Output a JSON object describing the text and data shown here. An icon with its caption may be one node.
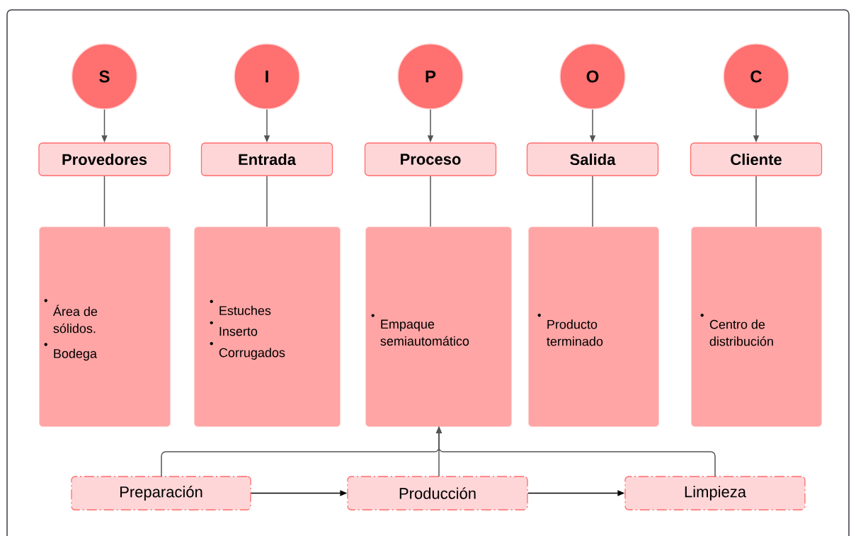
{
  "diagram": {
    "nodes": [
      {
        "text": [
          "S"
        ]
      },
      {
        "text": [
          "I"
        ]
      },
      {
        "text": [
          "P"
        ]
      },
      {
        "text": [
          "O"
        ]
      },
      {
        "text": [
          "C"
        ]
      },
      {
        "text": [
          "Provedores"
        ]
      },
      {
        "text": [
          "Entrada"
        ]
      },
      {
        "text": [
          "Proceso"
        ]
      },
      {
        "text": [
          "Salida"
        ]
      },
      {
        "text": [
          "Cliente"
        ]
      },
      {
        "text": [
          "Área de sólidos.",
          "Bodega"
        ]
      },
      {
        "text": [
          "Estuches",
          "Inserto",
          "Corrugados"
        ]
      },
      {
        "text": [
          "Empaque semiautomático"
        ]
      },
      {
        "text": [
          "Producto terminado"
        ]
      },
      {
        "text": [
          "Centro de distribución"
        ]
      },
      {
        "text": [
          "Preparación"
        ]
      },
      {
        "text": [
          "Producción"
        ]
      },
      {
        "text": [
          "Limpieza"
        ]
      }
    ],
    "edges": [
      {
        "from": 0,
        "to": 5,
        "arrow": "to"
      },
      {
        "from": 1,
        "to": 6,
        "arrow": "to"
      },
      {
        "from": 2,
        "to": 7,
        "arrow": "to"
      },
      {
        "from": 3,
        "to": 8,
        "arrow": "to"
      },
      {
        "from": 4,
        "to": 9,
        "arrow": "to"
      },
      {
        "from": 5,
        "to": 10,
        "arrow": "none"
      },
      {
        "from": 6,
        "to": 11,
        "arrow": "none"
      },
      {
        "from": 7,
        "to": 12,
        "arrow": "none"
      },
      {
        "from": 8,
        "to": 13,
        "arrow": "none"
      },
      {
        "from": 9,
        "to": 14,
        "arrow": "none"
      },
      {
        "from": 15,
        "to": 16,
        "arrow": "to",
        "color": "#000000"
      },
      {
        "from": 16,
        "to": 17,
        "arrow": "to",
        "color": "#000000"
      },
      {
        "from": 15,
        "to": 12,
        "arrow": "to"
      },
      {
        "from": 16,
        "to": 12,
        "arrow": "to"
      },
      {
        "from": 17,
        "to": 12,
        "arrow": "to"
      }
    ]
  }
}
